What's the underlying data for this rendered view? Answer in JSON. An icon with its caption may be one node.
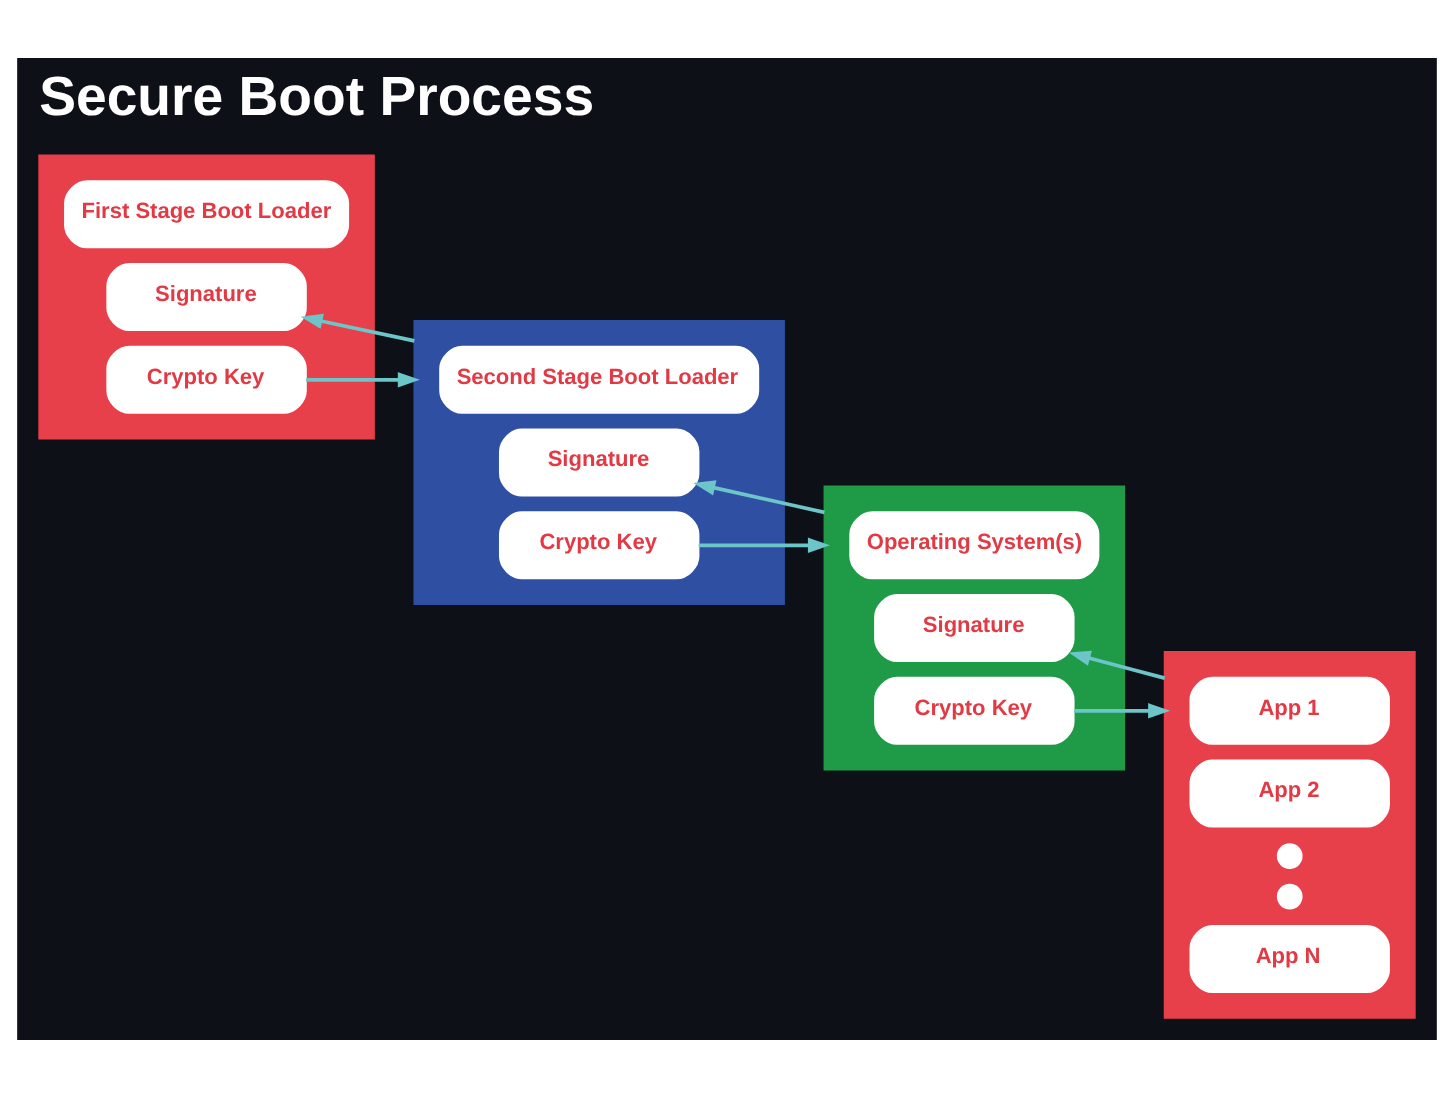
{
  "diagram": {
    "title": "Secure Boot Process",
    "nodes": [
      {
        "text": [],
        "shape": "box"
      },
      {
        "text": [
          "First Stage Boot Loader"
        ],
        "in": 0
      },
      {
        "text": [
          "Signature"
        ],
        "in": 0
      },
      {
        "text": [
          "Crypto Key"
        ],
        "in": 0
      },
      {
        "text": [],
        "shape": "box"
      },
      {
        "text": [
          "Second Stage Boot Loader"
        ],
        "in": 4
      },
      {
        "text": [
          "Signature"
        ],
        "in": 4
      },
      {
        "text": [
          "Crypto Key"
        ],
        "in": 4
      },
      {
        "text": [],
        "shape": "box"
      },
      {
        "text": [
          "Operating System(s)"
        ],
        "in": 8
      },
      {
        "text": [
          "Signature"
        ],
        "in": 8
      },
      {
        "text": [
          "Crypto Key"
        ],
        "in": 8
      },
      {
        "text": [],
        "shape": "box"
      },
      {
        "text": [
          "App 1"
        ],
        "in": 12
      },
      {
        "text": [
          "App 2"
        ],
        "in": 12
      },
      {
        "text": [],
        "shape": "circle",
        "in": 12
      },
      {
        "text": [],
        "shape": "circle",
        "in": 12
      },
      {
        "text": [
          "App N"
        ],
        "in": 12
      }
    ],
    "edges": [
      {
        "from": 3,
        "to": 4,
        "arrow": "to"
      },
      {
        "from": 4,
        "to": 2,
        "arrow": "to"
      },
      {
        "from": 7,
        "to": 8,
        "arrow": "to"
      },
      {
        "from": 8,
        "to": 6,
        "arrow": "to"
      },
      {
        "from": 11,
        "to": 12,
        "arrow": "to"
      },
      {
        "from": 12,
        "to": 10,
        "arrow": "to"
      }
    ]
  }
}
